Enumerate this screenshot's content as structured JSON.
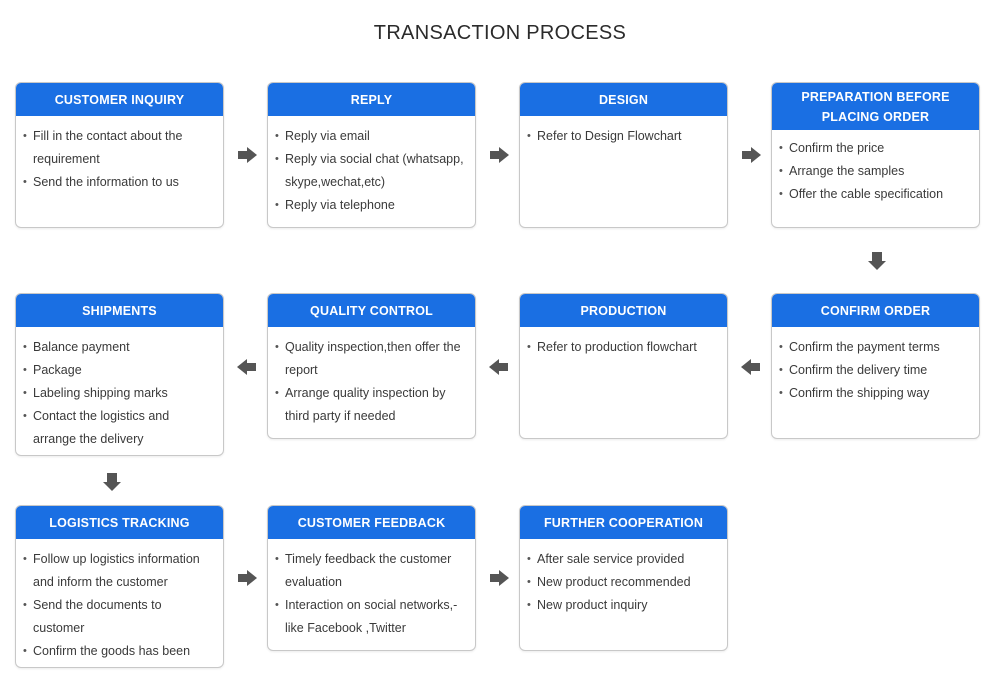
{
  "title": "TRANSACTION PROCESS",
  "colors": {
    "header": "#1a6fe3",
    "arrow": "#555555",
    "border": "#c8c8c8"
  },
  "steps": [
    {
      "title": "CUSTOMER INQUIRY",
      "items": [
        "Fill in the contact about the requirement",
        "Send the information to us"
      ]
    },
    {
      "title": "REPLY",
      "items": [
        "Reply via email",
        "Reply via social chat (whatsapp, skype,wechat,etc)",
        "Reply via telephone"
      ]
    },
    {
      "title": "DESIGN",
      "items": [
        "Refer to Design Flowchart"
      ]
    },
    {
      "title": "PREPARATION BEFORE PLACING ORDER",
      "items": [
        "Confirm the price",
        "Arrange the samples",
        "Offer the cable specification"
      ]
    },
    {
      "title": "CONFIRM ORDER",
      "items": [
        "Confirm the payment terms",
        "Confirm the delivery time",
        "Confirm the shipping way"
      ]
    },
    {
      "title": "PRODUCTION",
      "items": [
        "Refer to production flowchart"
      ]
    },
    {
      "title": "QUALITY CONTROL",
      "items": [
        "Quality inspection,then offer the report",
        "Arrange quality inspection by third party if needed"
      ]
    },
    {
      "title": "SHIPMENTS",
      "items": [
        "Balance payment",
        "Package",
        "Labeling shipping marks",
        "Contact the logistics and arrange the delivery"
      ]
    },
    {
      "title": "LOGISTICS TRACKING",
      "items": [
        "Follow up logistics information and inform the customer",
        "Send the documents to customer",
        "Confirm the goods has been received"
      ]
    },
    {
      "title": "CUSTOMER FEEDBACK",
      "items": [
        "Timely feedback the customer evaluation",
        "Interaction on social networks,- like Facebook ,Twitter"
      ]
    },
    {
      "title": "FURTHER COOPERATION",
      "items": [
        "After sale service provided",
        "New product recommended",
        "New product inquiry"
      ]
    }
  ]
}
